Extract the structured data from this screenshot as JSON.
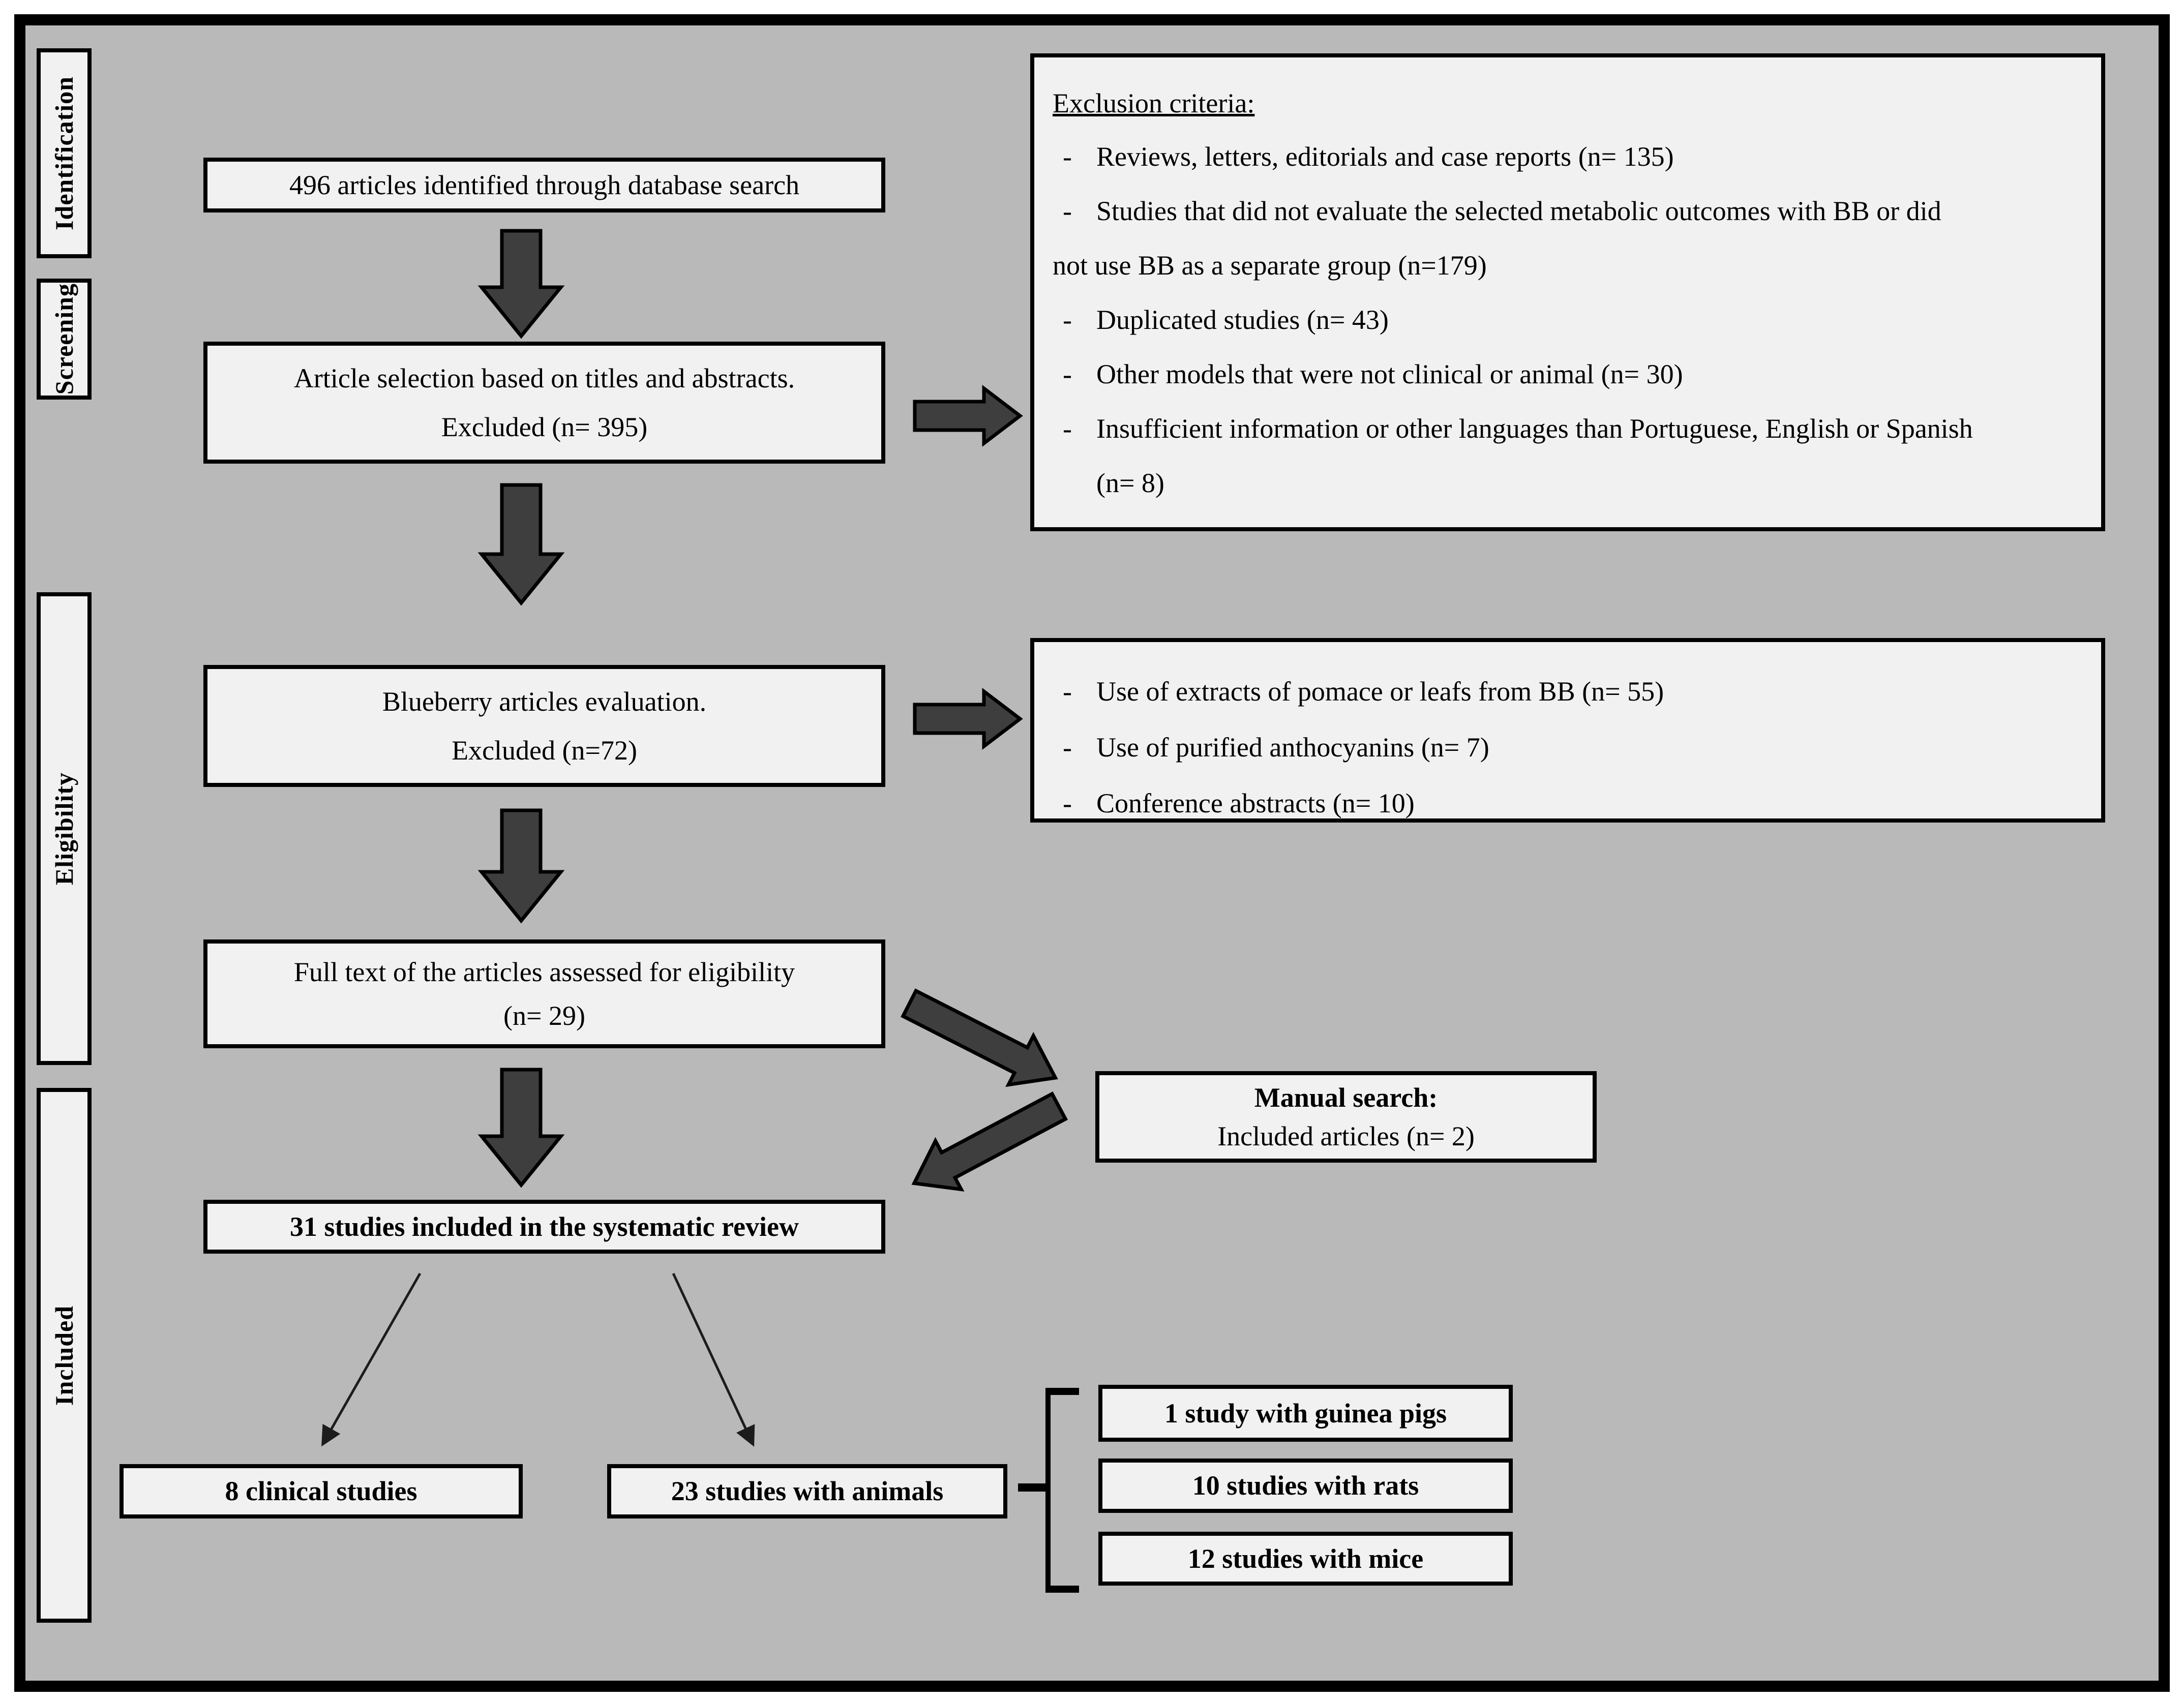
{
  "theme": {
    "canvas_bg": "#ffffff",
    "diagram_bg": "#b9b9b9",
    "box_bg": "#f1f1f1",
    "line": "#000000",
    "arrow_fill": "#3e3e3e",
    "text": "#000000"
  },
  "sidebar": {
    "stages": [
      {
        "label": "Identification"
      },
      {
        "label": "Screening"
      },
      {
        "label": "Eligibility"
      },
      {
        "label": "Included"
      }
    ]
  },
  "flow": {
    "identified": {
      "text": "496 articles identified through database search"
    },
    "title_abstract": {
      "line1": "Article selection based on titles and abstracts.",
      "line2": "Excluded (n= 395)"
    },
    "blueberry_eval": {
      "line1": "Blueberry articles evaluation.",
      "line2": "Excluded (n=72)"
    },
    "full_text": {
      "line1": "Full text of the articles assessed for eligibility",
      "line2": "(n= 29)"
    },
    "manual_search": {
      "line1": "Manual search:",
      "line2": "Included articles (n= 2)"
    },
    "included_total": {
      "text": "31 studies included in the systematic review"
    },
    "clinical": {
      "text": "8 clinical studies"
    },
    "animals": {
      "text": "23 studies with animals"
    },
    "animal_breakdown": [
      {
        "text": "1 study with guinea pigs"
      },
      {
        "text": "10 studies with rats"
      },
      {
        "text": "12 studies with mice"
      }
    ]
  },
  "exclusion_criteria": {
    "title": "Exclusion criteria:",
    "rows": [
      {
        "marker": "-",
        "text": "Reviews, letters, editorials and case reports (n= 135)"
      },
      {
        "marker": "-",
        "text": "Studies that did not evaluate the selected metabolic outcomes with BB or did"
      },
      {
        "marker": "",
        "text": "not use BB as a separate group (n=179)"
      },
      {
        "marker": "-",
        "text": "Duplicated studies (n= 43)"
      },
      {
        "marker": "-",
        "text": "Other models that were not clinical or animal (n= 30)"
      },
      {
        "marker": "-",
        "text": "Insufficient information or other languages than Portuguese, English or Spanish"
      },
      {
        "marker": "",
        "text": "(n= 8)"
      }
    ]
  },
  "evaluation_exclusions": {
    "rows": [
      {
        "marker": "-",
        "text": "Use of extracts of pomace or leafs from BB (n= 55)"
      },
      {
        "marker": "-",
        "text": "Use of purified anthocyanins (n= 7)"
      },
      {
        "marker": "-",
        "text": "Conference abstracts (n= 10)"
      }
    ]
  }
}
